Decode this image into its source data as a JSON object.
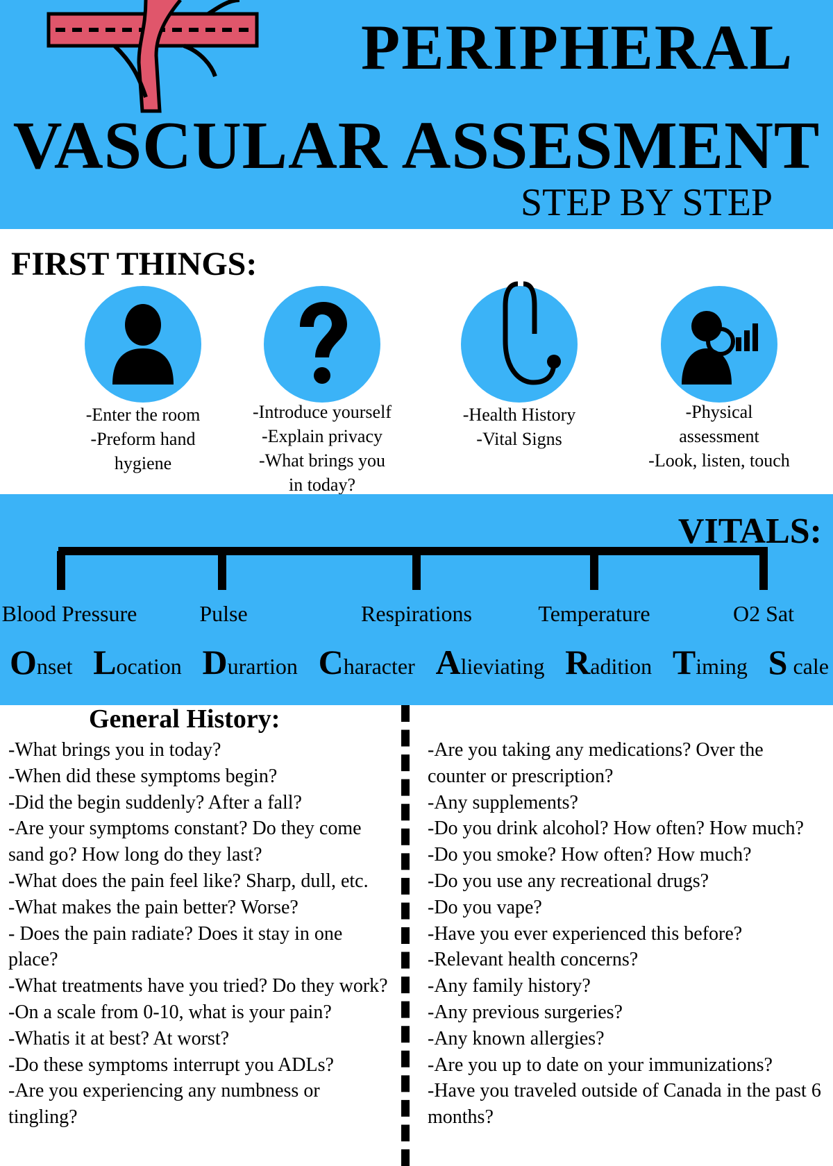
{
  "header": {
    "title_line1": "PERIPHERAL",
    "title_line2": "VASCULAR ASSESMENT",
    "subtitle": "STEP BY STEP",
    "logo_icon": "vessel-icon"
  },
  "first_things": {
    "heading": "FIRST THINGS:",
    "steps": [
      {
        "icon": "person-icon",
        "text": "-Enter the room\n-Preform hand\nhygiene"
      },
      {
        "icon": "question-mark-icon",
        "text": "-Introduce yourself\n-Explain privacy\n-What brings you\nin today?"
      },
      {
        "icon": "stethoscope-icon",
        "text": "-Health History\n-Vital Signs"
      },
      {
        "icon": "physician-icon",
        "text": "-Physical\nassessment\n-Look, listen, touch"
      }
    ]
  },
  "vitals": {
    "heading": "VITALS:",
    "items": [
      "Blood Pressure",
      "Pulse",
      "Respirations",
      "Temperature",
      "O2 Sat"
    ],
    "mnemonic": [
      {
        "cap": "O",
        "rest": "nset"
      },
      {
        "cap": "L",
        "rest": "ocation"
      },
      {
        "cap": "D",
        "rest": "urartion"
      },
      {
        "cap": "C",
        "rest": "haracter"
      },
      {
        "cap": "A",
        "rest": "lieviating"
      },
      {
        "cap": "R",
        "rest": "adition"
      },
      {
        "cap": "T",
        "rest": "iming"
      },
      {
        "cap": "S",
        "rest": " cale"
      }
    ]
  },
  "general_history": {
    "heading": "General History:",
    "left_questions": [
      "-What brings you in today?",
      "-When did these symptoms begin?",
      "-Did the begin suddenly? After a fall?",
      "-Are your symptoms constant? Do they come sand go? How long do they last?",
      "-What does the pain feel like? Sharp, dull, etc.",
      "-What makes the pain better? Worse?",
      "- Does the pain radiate? Does it stay in one place?",
      "-What treatments have you tried? Do they work?",
      "-On a scale from 0-10, what is your pain?",
      "-Whatis it at best? At worst?",
      "-Do these symptoms interrupt you ADLs?",
      "-Are you experiencing any numbness or tingling?"
    ],
    "right_questions": [
      "-Are you taking any medications? Over the counter or prescription?",
      "-Any supplements?",
      "-Do you drink alcohol? How often? How much?",
      "-Do you smoke? How often? How much?",
      "-Do you use any recreational drugs?",
      "-Do you vape?",
      "-Have you ever experienced this before?",
      "-Relevant health concerns?",
      "-Any family history?",
      "-Any previous surgeries?",
      "-Any known allergies?",
      "-Are you up to date on your immunizations?",
      "-Have you traveled outside of Canada in the past 6 months?"
    ]
  },
  "colors": {
    "accent": "#3bb3f7",
    "vessel": "#e0566b"
  }
}
